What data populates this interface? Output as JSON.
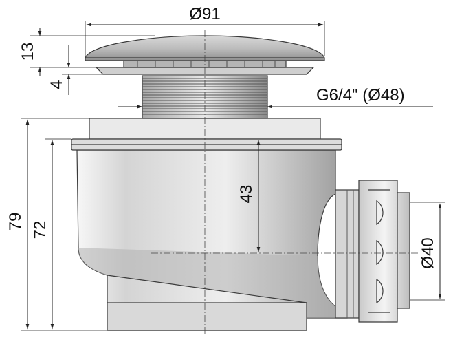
{
  "dimensions": {
    "top_diameter": "Ø91",
    "cap_height": "13",
    "flange_height": "4",
    "thread": "G6/4\" (Ø48)",
    "total_height": "79",
    "body_height": "72",
    "outlet_to_axis": "43",
    "outlet_diameter": "Ø40"
  },
  "colors": {
    "body_light": "#f2f2f2",
    "body_mid": "#c8c8c8",
    "body_dark": "#8a8a8a",
    "stroke": "#3a3a3a"
  }
}
